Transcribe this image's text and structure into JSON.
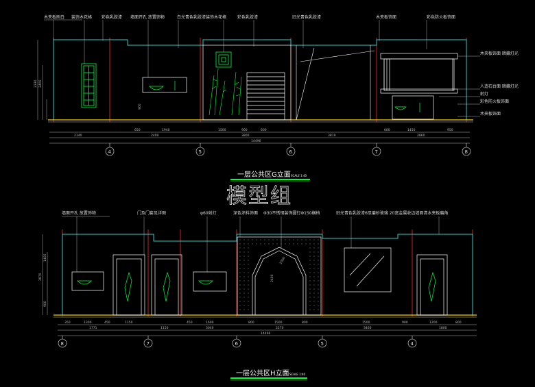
{
  "watermark": "模型组",
  "colors": {
    "wall": "#35c8c8",
    "floor": "#ffd200",
    "detail": "#00ff3c",
    "axis_line": "#ff2a2a",
    "dim_line": "#e5e5e5",
    "title_bar": "#00ff3c"
  },
  "top_elevation": {
    "title": "一层公共区G立面",
    "scale": "SCALE 1:40",
    "callouts": [
      "木夹板刷白",
      "装饰木花格",
      "彩色乳胶漆",
      "墙面开孔 放置饰物",
      "白光青色乳胶漆装饰木花格",
      "彩色乳胶漆",
      "旧光青色乳胶漆",
      "木夹板饰面",
      "彩色防火板饰面"
    ],
    "right_callouts": [
      "木夹板饰面 暗藏灯光",
      "人造石台面 暗藏灯光",
      "射灯",
      "彩色防火板饰面",
      "木夹板饰面"
    ],
    "vertical_dims": [
      "2330",
      "2400",
      "900"
    ],
    "dims_row1": [
      "650",
      "1940",
      "1500",
      "900",
      "600",
      "600",
      "1450",
      "950"
    ],
    "dims_row2": [
      "2140",
      "2400",
      "3800",
      "3819",
      "2860"
    ],
    "dims_total": "14496",
    "axes": [
      "4",
      "5",
      "6",
      "7",
      "8"
    ]
  },
  "bottom_elevation": {
    "title": "一层公共区H立面",
    "scale": "SCALE 1:40",
    "callouts": [
      "墙面开孔 放置饰物",
      "门及门套见详图",
      "φ60射灯",
      "深色涂料饰面",
      "Φ30不锈钢装饰圆钉Φ150横档",
      "旧光青色乳胶漆6厚磨砂玻璃 20宽金属收边墙面清水夹板磨角"
    ],
    "vertical_dims": [
      "2870",
      "1400",
      "900"
    ],
    "dims_row1": [
      "350",
      "1300",
      "450",
      "1150",
      "450",
      "1600",
      "800",
      "1500",
      "800",
      "1500",
      "900",
      "1200",
      "800"
    ],
    "dims_row2": [
      "1771",
      "1150",
      "3040",
      "2270",
      "3460",
      "1800"
    ],
    "dims_total": "14496",
    "center_dims": [
      "2400",
      "2000"
    ],
    "axes": [
      "8",
      "7",
      "6",
      "5",
      "4"
    ]
  }
}
